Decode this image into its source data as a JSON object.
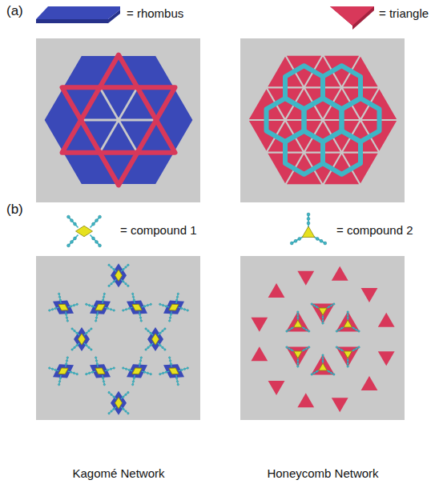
{
  "diagram": {
    "labels": [
      "(a)",
      "= rhombus",
      "= triangle",
      "(b)",
      "= compound 1",
      "= compound 2",
      "Kagomé Network",
      "Honeycomb Network"
    ]
  }
}
